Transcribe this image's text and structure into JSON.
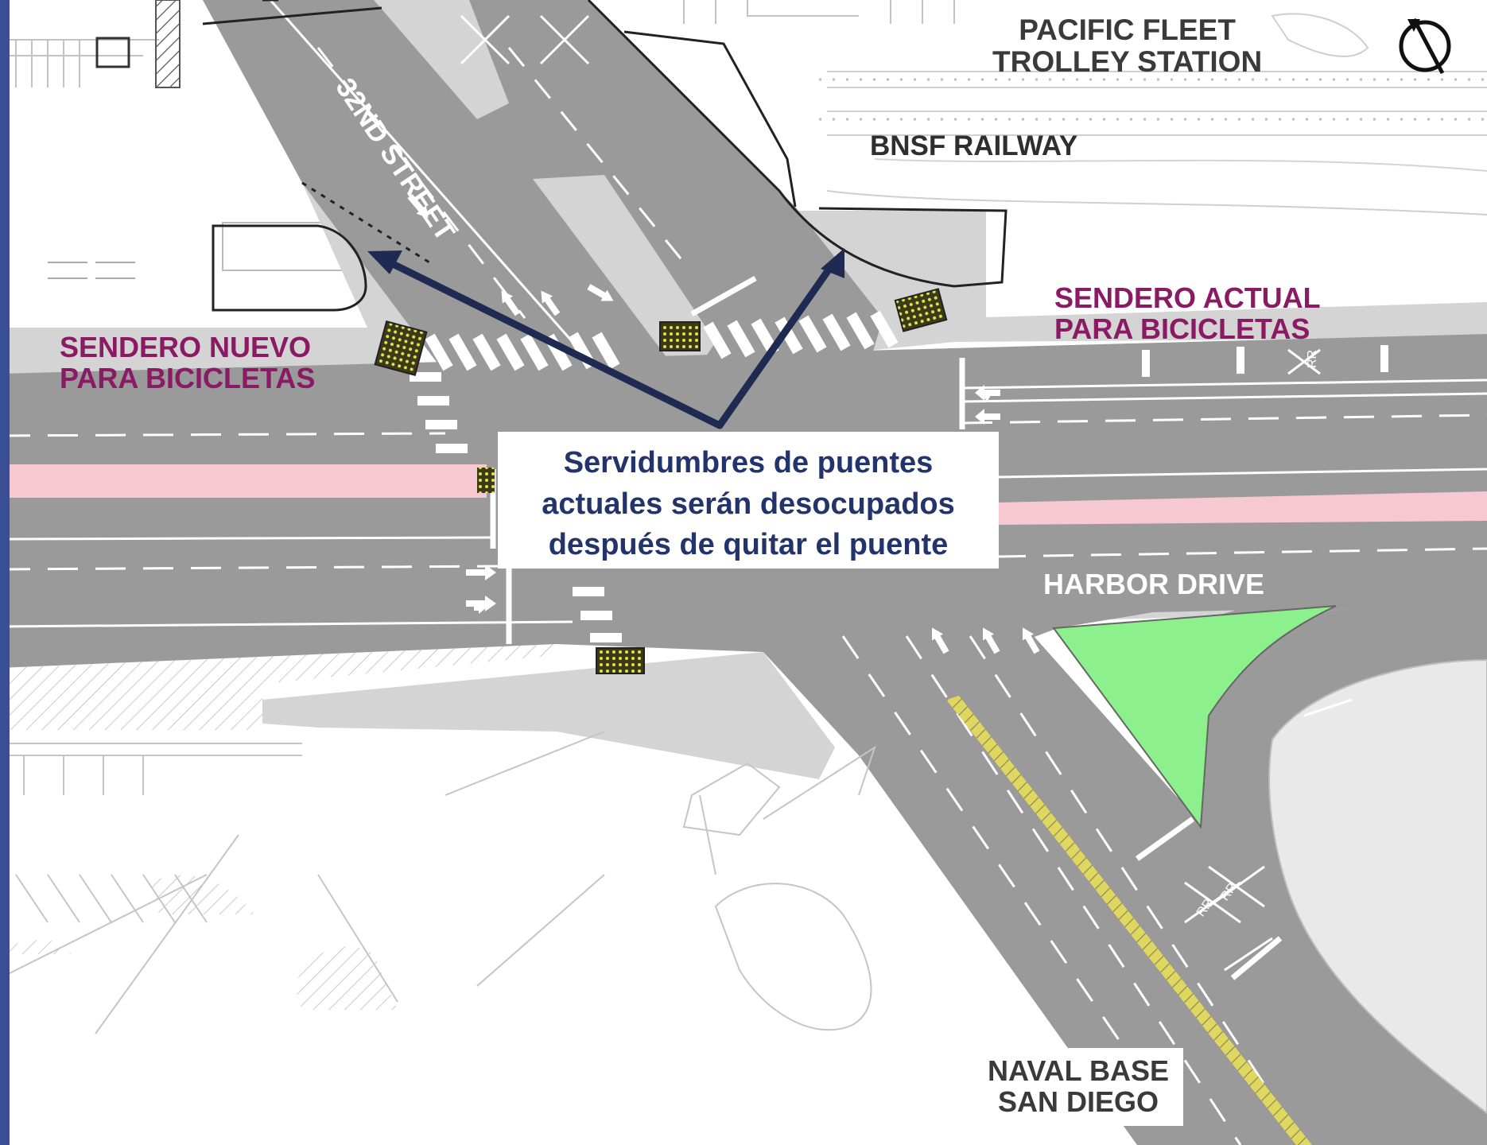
{
  "map": {
    "labels": {
      "pacific_fleet": [
        "PACIFIC FLEET",
        "TROLLEY STATION"
      ],
      "bnsf": "BNSF RAILWAY",
      "street_32nd": "32ND STREET",
      "existing_bike_path": [
        "SENDERO ACTUAL",
        "PARA BICICLETAS"
      ],
      "new_bike_path": [
        "SENDERO NUEVO",
        "PARA BICICLETAS"
      ],
      "harbor_drive": "HARBOR DRIVE",
      "naval_base": [
        "NAVAL BASE",
        "SAN DIEGO"
      ],
      "pavement_marking": "RR"
    },
    "callout": {
      "lines": [
        "Servidumbres de puentes",
        "actuales serán desocupados",
        "después de quitar el puente"
      ]
    },
    "icons": [
      "north-arrow-icon",
      "lane-arrow-icon",
      "crosswalk-marking",
      "tactile-pad-icon"
    ],
    "colors": {
      "road": "#9a9a9a",
      "sidewalk": "#d4d4d4",
      "bike_lane": "#f5c8d2",
      "landscape": "#8cf08c",
      "callout_text": "#22346b",
      "callout_arrow": "#1f2a52",
      "bike_label": "#8a1a63",
      "left_bar": "#3a4e96"
    }
  }
}
